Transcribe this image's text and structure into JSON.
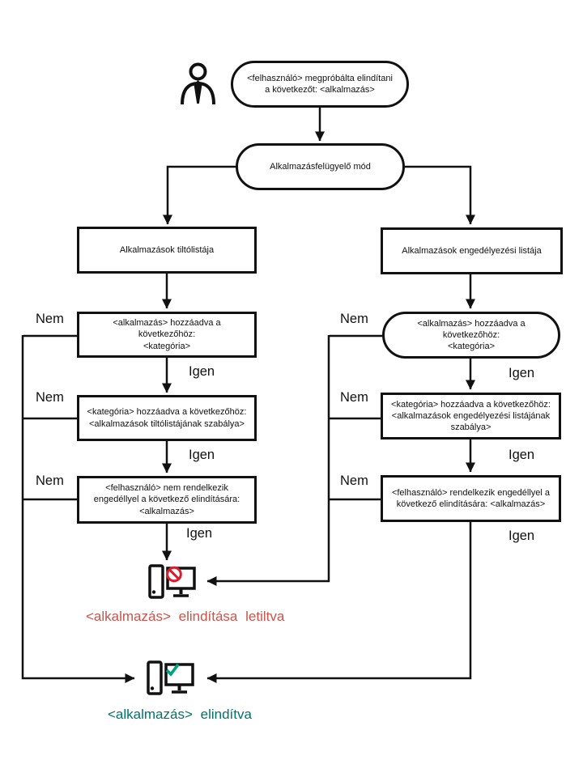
{
  "labels": {
    "yes": "Igen",
    "no": "Nem"
  },
  "nodes": {
    "user_attempt": "<felhasználó> megpróbálta elindítani\na következőt: <alkalmazás>",
    "mode": "Alkalmazásfelügyelő mód",
    "denylist": "Alkalmazások tiltólistája",
    "allowlist": "Alkalmazások engedélyezési listája",
    "deny_app_in_category": "<alkalmazás> hozzáadva a következőhöz:\n<kategória>",
    "deny_category_in_rule": "<kategória> hozzáadva a következőhöz:\n<alkalmazások tiltólistájának szabálya>",
    "deny_user_no_permission": "<felhasználó> nem rendelkezik\nengedéllyel a következő elindítására:\n<alkalmazás>",
    "allow_app_in_category": "<alkalmazás> hozzáadva a következőhöz:\n<kategória>",
    "allow_category_in_rule": "<kategória> hozzáadva a következőhöz:\n<alkalmazások engedélyezési listájának\nszabálya>",
    "allow_user_has_permission": "<felhasználó> rendelkezik engedéllyel a\nkövetkező elindítására: <alkalmazás>"
  },
  "outcomes": {
    "blocked": "<alkalmazás> elindítása letiltva",
    "started": "<alkalmazás> elindítva"
  },
  "icons": {
    "user": "user-icon",
    "blocked_computer": "computer-blocked-icon",
    "started_computer": "computer-started-icon"
  },
  "colors": {
    "line": "#111111",
    "blocked_text": "#c9544a",
    "started_text": "#00736a",
    "prohibit_icon": "#d81e2c",
    "check_icon": "#00a27f"
  }
}
